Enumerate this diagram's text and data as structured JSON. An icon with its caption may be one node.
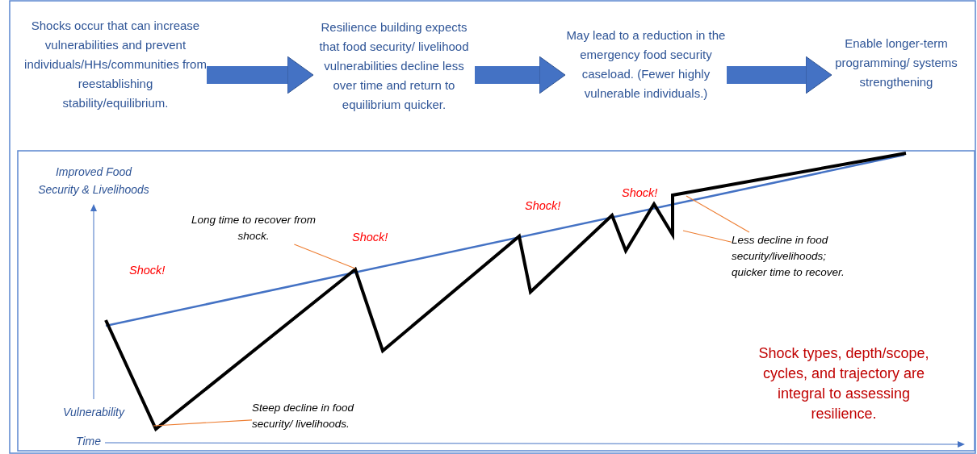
{
  "diagram": {
    "nodes": [
      {
        "text": [
          "Shocks occur that can increase vulnerabilities and prevent individuals/HHs/communities from reestablishing stability/equilibrium."
        ]
      },
      {
        "text": [
          "Resilience building expects that food security/ livelihood vulnerabilities decline less over time and return to equilibrium quicker."
        ]
      },
      {
        "text": [
          "May lead to a reduction in the emergency food security caseload. (Fewer highly vulnerable individuals.)"
        ]
      },
      {
        "text": [
          "Enable longer-term programming/ systems strengthening"
        ]
      },
      {
        "text": [
          "Long time to recover from shock."
        ]
      },
      {
        "text": [
          "Steep decline in food security/ livelihoods."
        ]
      },
      {
        "text": [
          "Less decline in food security/livelihoods; quicker time to recover."
        ]
      }
    ],
    "edges": [
      {
        "from": 0,
        "to": 1,
        "arrow": "to",
        "style": "thick",
        "color": "#4472c4"
      },
      {
        "from": 1,
        "to": 2,
        "arrow": "to",
        "style": "thick",
        "color": "#4472c4"
      },
      {
        "from": 2,
        "to": 3,
        "arrow": "to",
        "style": "thick",
        "color": "#4472c4"
      },
      {
        "from": 4,
        "to": null,
        "arrow": "none",
        "color": "#ed7d31"
      },
      {
        "from": 5,
        "to": null,
        "arrow": "none",
        "color": "#ed7d31"
      },
      {
        "from": 6,
        "to": null,
        "arrow": "none",
        "color": "#ed7d31"
      },
      {
        "from": 6,
        "to": null,
        "arrow": "none",
        "color": "#ed7d31"
      }
    ],
    "labels": [
      "Improved Food Security & Livelihoods",
      "Shock!",
      "Shock!",
      "Shock!",
      "Shock!",
      "Vulnerability",
      "Time",
      "Shock types, depth/scope, cycles, and trajectory are integral to assessing resilience."
    ]
  }
}
